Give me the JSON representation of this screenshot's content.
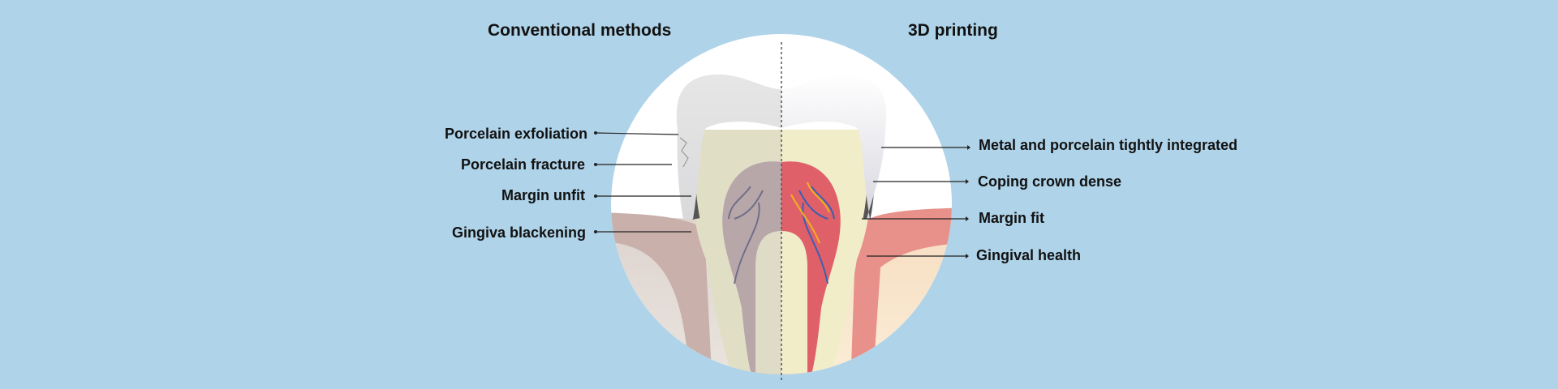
{
  "headings": {
    "left": "Conventional methods",
    "right": "3D printing"
  },
  "left_labels": [
    "Porcelain exfoliation",
    "Porcelain fracture",
    "Margin unfit",
    "Gingiva blackening"
  ],
  "right_labels": [
    "Metal and porcelain tightly integrated",
    "Coping crown dense",
    "Margin fit",
    "Gingival health"
  ],
  "colors": {
    "background": "#afd3e9",
    "circle": "#ffffff",
    "enamel": "#e9e9ee",
    "metal_coping": "#555555",
    "dentin": "#f2eec7",
    "pulp_healthy": "#e0606a",
    "pulp_conventional": "#b9a8a8",
    "gum_healthy": "#e88c88",
    "gum_dark": "#c9b2ae",
    "bone": "#f7e3c4"
  },
  "icons": [
    "tooth-cross-section-illustration",
    "divider-dashed-line"
  ]
}
